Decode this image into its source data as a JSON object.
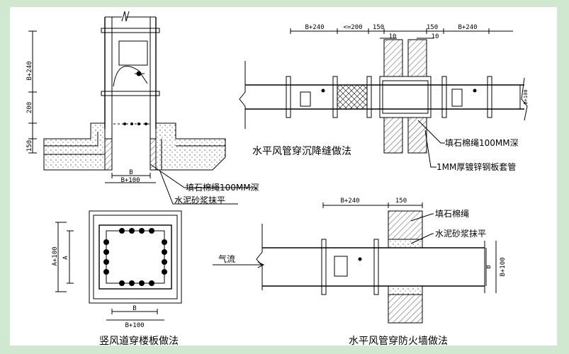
{
  "colors": {
    "background": "#cfe8cf",
    "sheet": "#ffffff",
    "line": "#000000"
  },
  "vertical_duct_floor_detail": {
    "dim_b_plus_240": "B+240",
    "dim_200": "200",
    "dim_150": "150",
    "dim_b": "B",
    "dim_b_plus_100": "B+100",
    "note_asbestos_rope": "填石棉绳100MM深",
    "note_cement_mortar": "水泥砂浆抹平"
  },
  "settlement_joint_detail": {
    "title": "水平风管穿沉降缝做法",
    "dim_b_plus_240_left": "B+240",
    "dim_le_200": "<=200",
    "dim_150_left": "150",
    "dim_10_left": "10",
    "dim_150_right": "150",
    "dim_10_right": "10",
    "dim_b_plus_240_right": "B+240",
    "dim_b_plus_100": "B+100",
    "note_asbestos_rope": "填石棉绳100MM深",
    "note_galvanized_sleeve": "1MM厚镀锌钢板套管"
  },
  "vertical_duct_plan": {
    "title": "竖风道穿楼板做法",
    "dim_a_plus_100": "A+100",
    "dim_a": "A",
    "dim_b": "B",
    "dim_b_plus_100": "B+100"
  },
  "firewall_detail": {
    "title": "水平风管穿防火墙做法",
    "dim_b_plus_240": "B+240",
    "dim_150": "150",
    "airflow_label": "气流",
    "note_asbestos_rope": "填石棉绳",
    "note_cement_mortar": "水泥砂浆抹平",
    "dim_b": "B",
    "dim_b_plus_100": "B+100"
  }
}
